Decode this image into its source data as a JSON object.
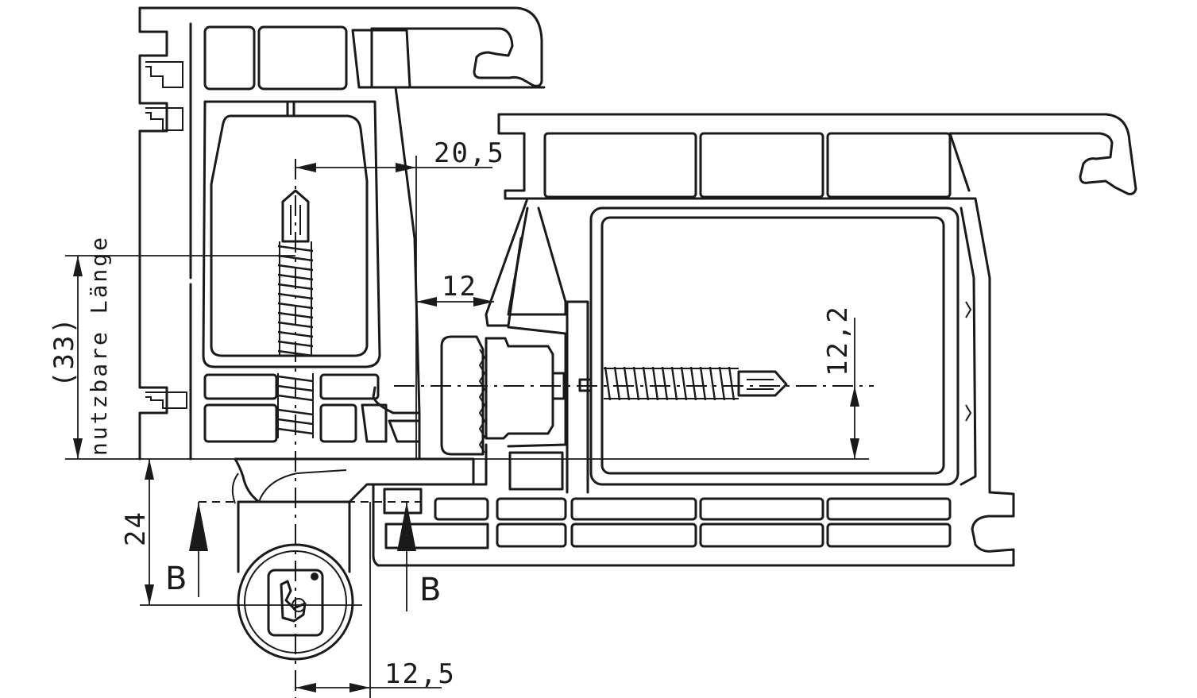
{
  "dimensions": {
    "d1": "20,5",
    "d2": "12",
    "d3": "12,2",
    "d4": "24",
    "d5": "12,5"
  },
  "labels": {
    "usable_length": "nutzbare Länge",
    "usable_length_value": "(33)",
    "section_left": "B",
    "section_right": "B"
  }
}
